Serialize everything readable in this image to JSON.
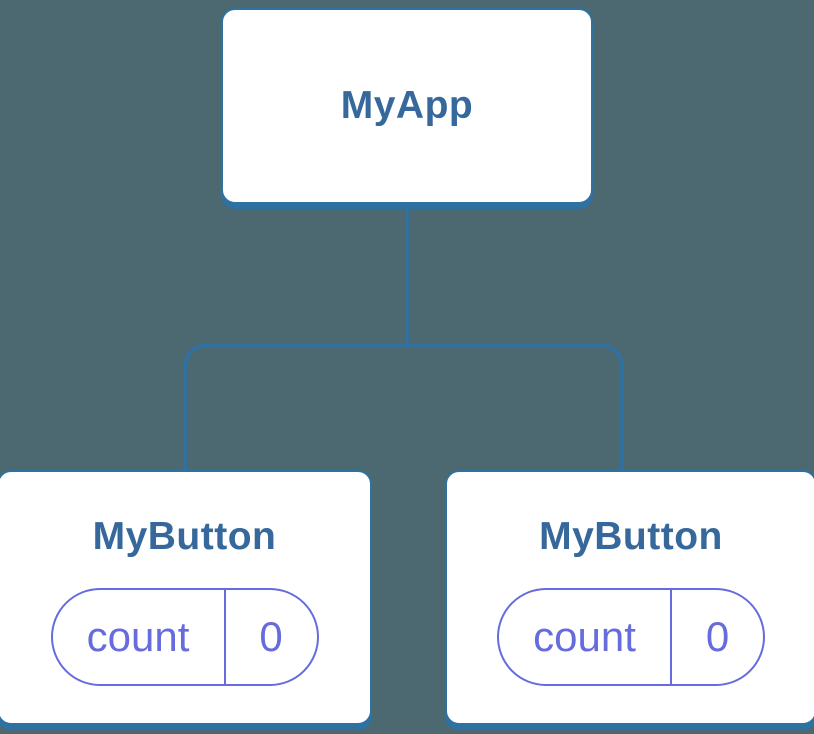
{
  "colors": {
    "background": "#4C6971",
    "stroke": "#2E71A3",
    "card_bg": "#FFFFFF",
    "title_text": "#36689B",
    "pill": "#666BDD"
  },
  "tree": {
    "root": {
      "label": "MyApp"
    },
    "children": [
      {
        "label": "MyButton",
        "state": {
          "key": "count",
          "value": "0"
        }
      },
      {
        "label": "MyButton",
        "state": {
          "key": "count",
          "value": "0"
        }
      }
    ]
  }
}
